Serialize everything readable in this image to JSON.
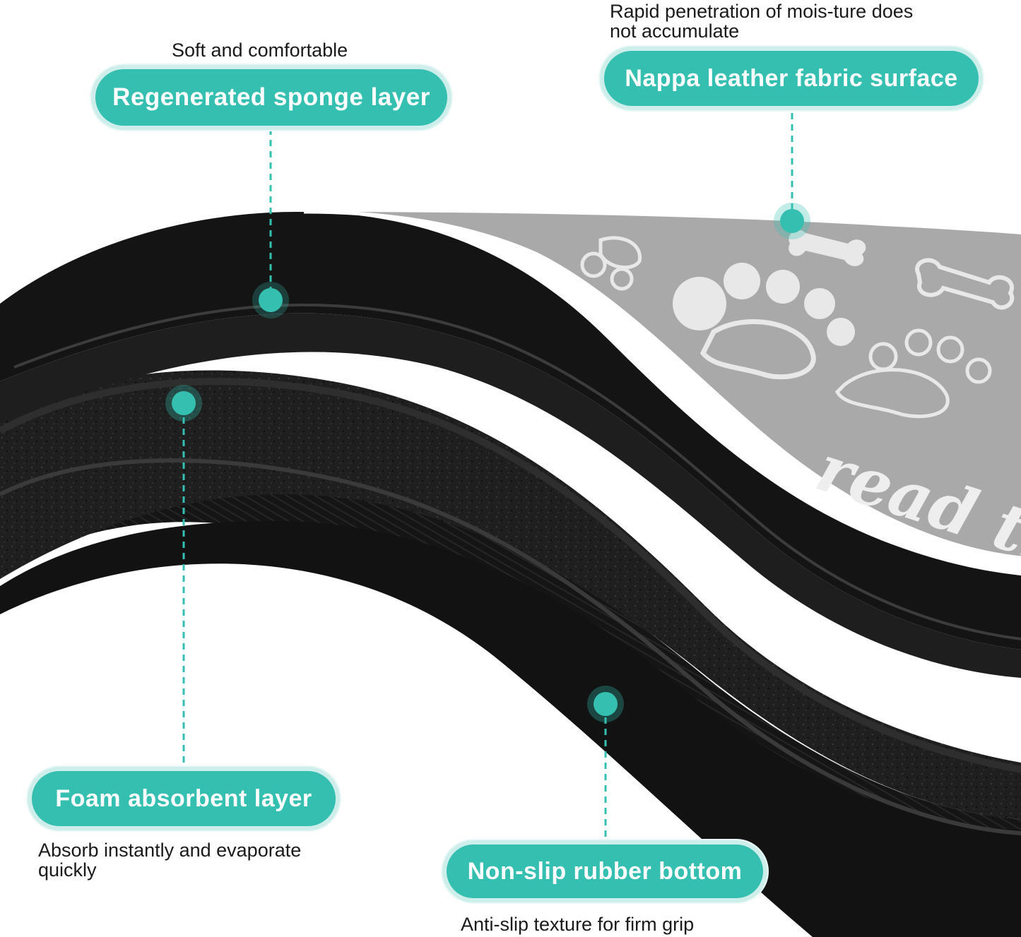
{
  "callouts": {
    "sponge": {
      "label": "Regenerated sponge layer",
      "note": "Soft and comfortable"
    },
    "nappa": {
      "label": "Nappa leather fabric surface",
      "note_line1": "Rapid penetration of mois-ture does",
      "note_line2": "not accumulate"
    },
    "foam": {
      "label": "Foam absorbent layer",
      "note_line1": "Absorb instantly and evaporate",
      "note_line2": "quickly"
    },
    "rubber": {
      "label": "Non-slip rubber bottom",
      "note": "Anti-slip texture for firm grip"
    }
  },
  "mat_print_text": "read th",
  "colors": {
    "accent_teal": "#35bfb0",
    "pill_halo": "#cdeeea",
    "mat_black": "#141414",
    "fabric_gray": "#a9a9a9",
    "note_text": "#1a1a1a"
  },
  "icons": [
    "paw-print-icon",
    "dog-bone-icon"
  ]
}
